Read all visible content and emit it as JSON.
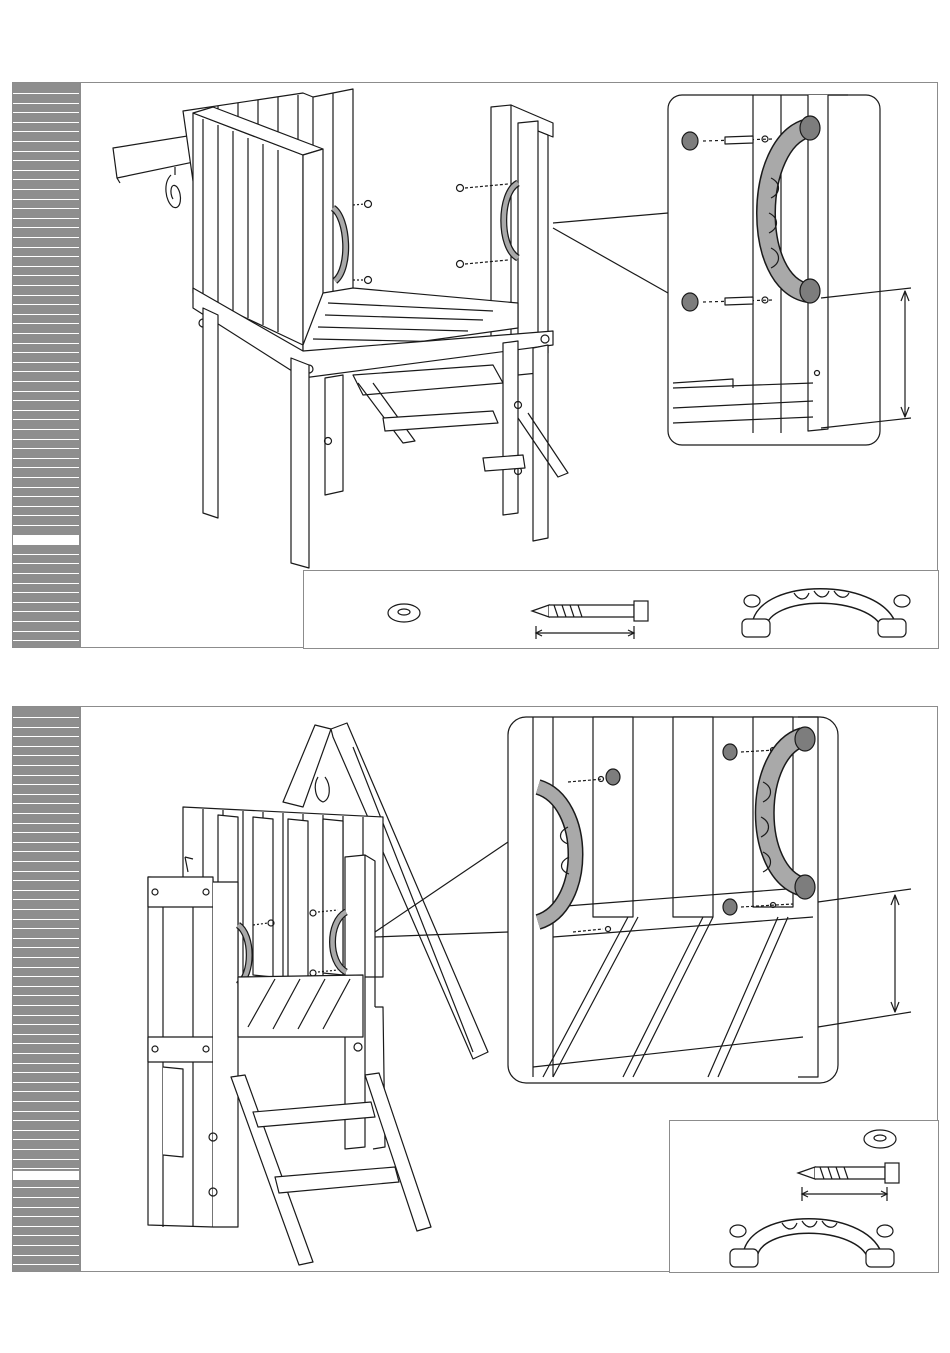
{
  "document": {
    "type": "assembly-instructions",
    "colors": {
      "line": "#1a1a1a",
      "frame": "#8c8c8c",
      "step_bar": "#8e8e8e",
      "handle_fill": "#a9a9a9",
      "cap_fill": "#7d7d7d"
    },
    "steps": [
      {
        "id": "step-1",
        "illustration": "platform-with-two-handles",
        "detail_view": "handle-attachment-closeup",
        "parts": [
          "washer-icon",
          "lag-screw-icon",
          "grip-handle-icon"
        ]
      },
      {
        "id": "step-2",
        "illustration": "tower-with-ladder-and-handles",
        "detail_view": "handle-attachment-closeup",
        "parts": [
          "washer-icon",
          "lag-screw-icon",
          "grip-handle-icon"
        ]
      }
    ]
  }
}
